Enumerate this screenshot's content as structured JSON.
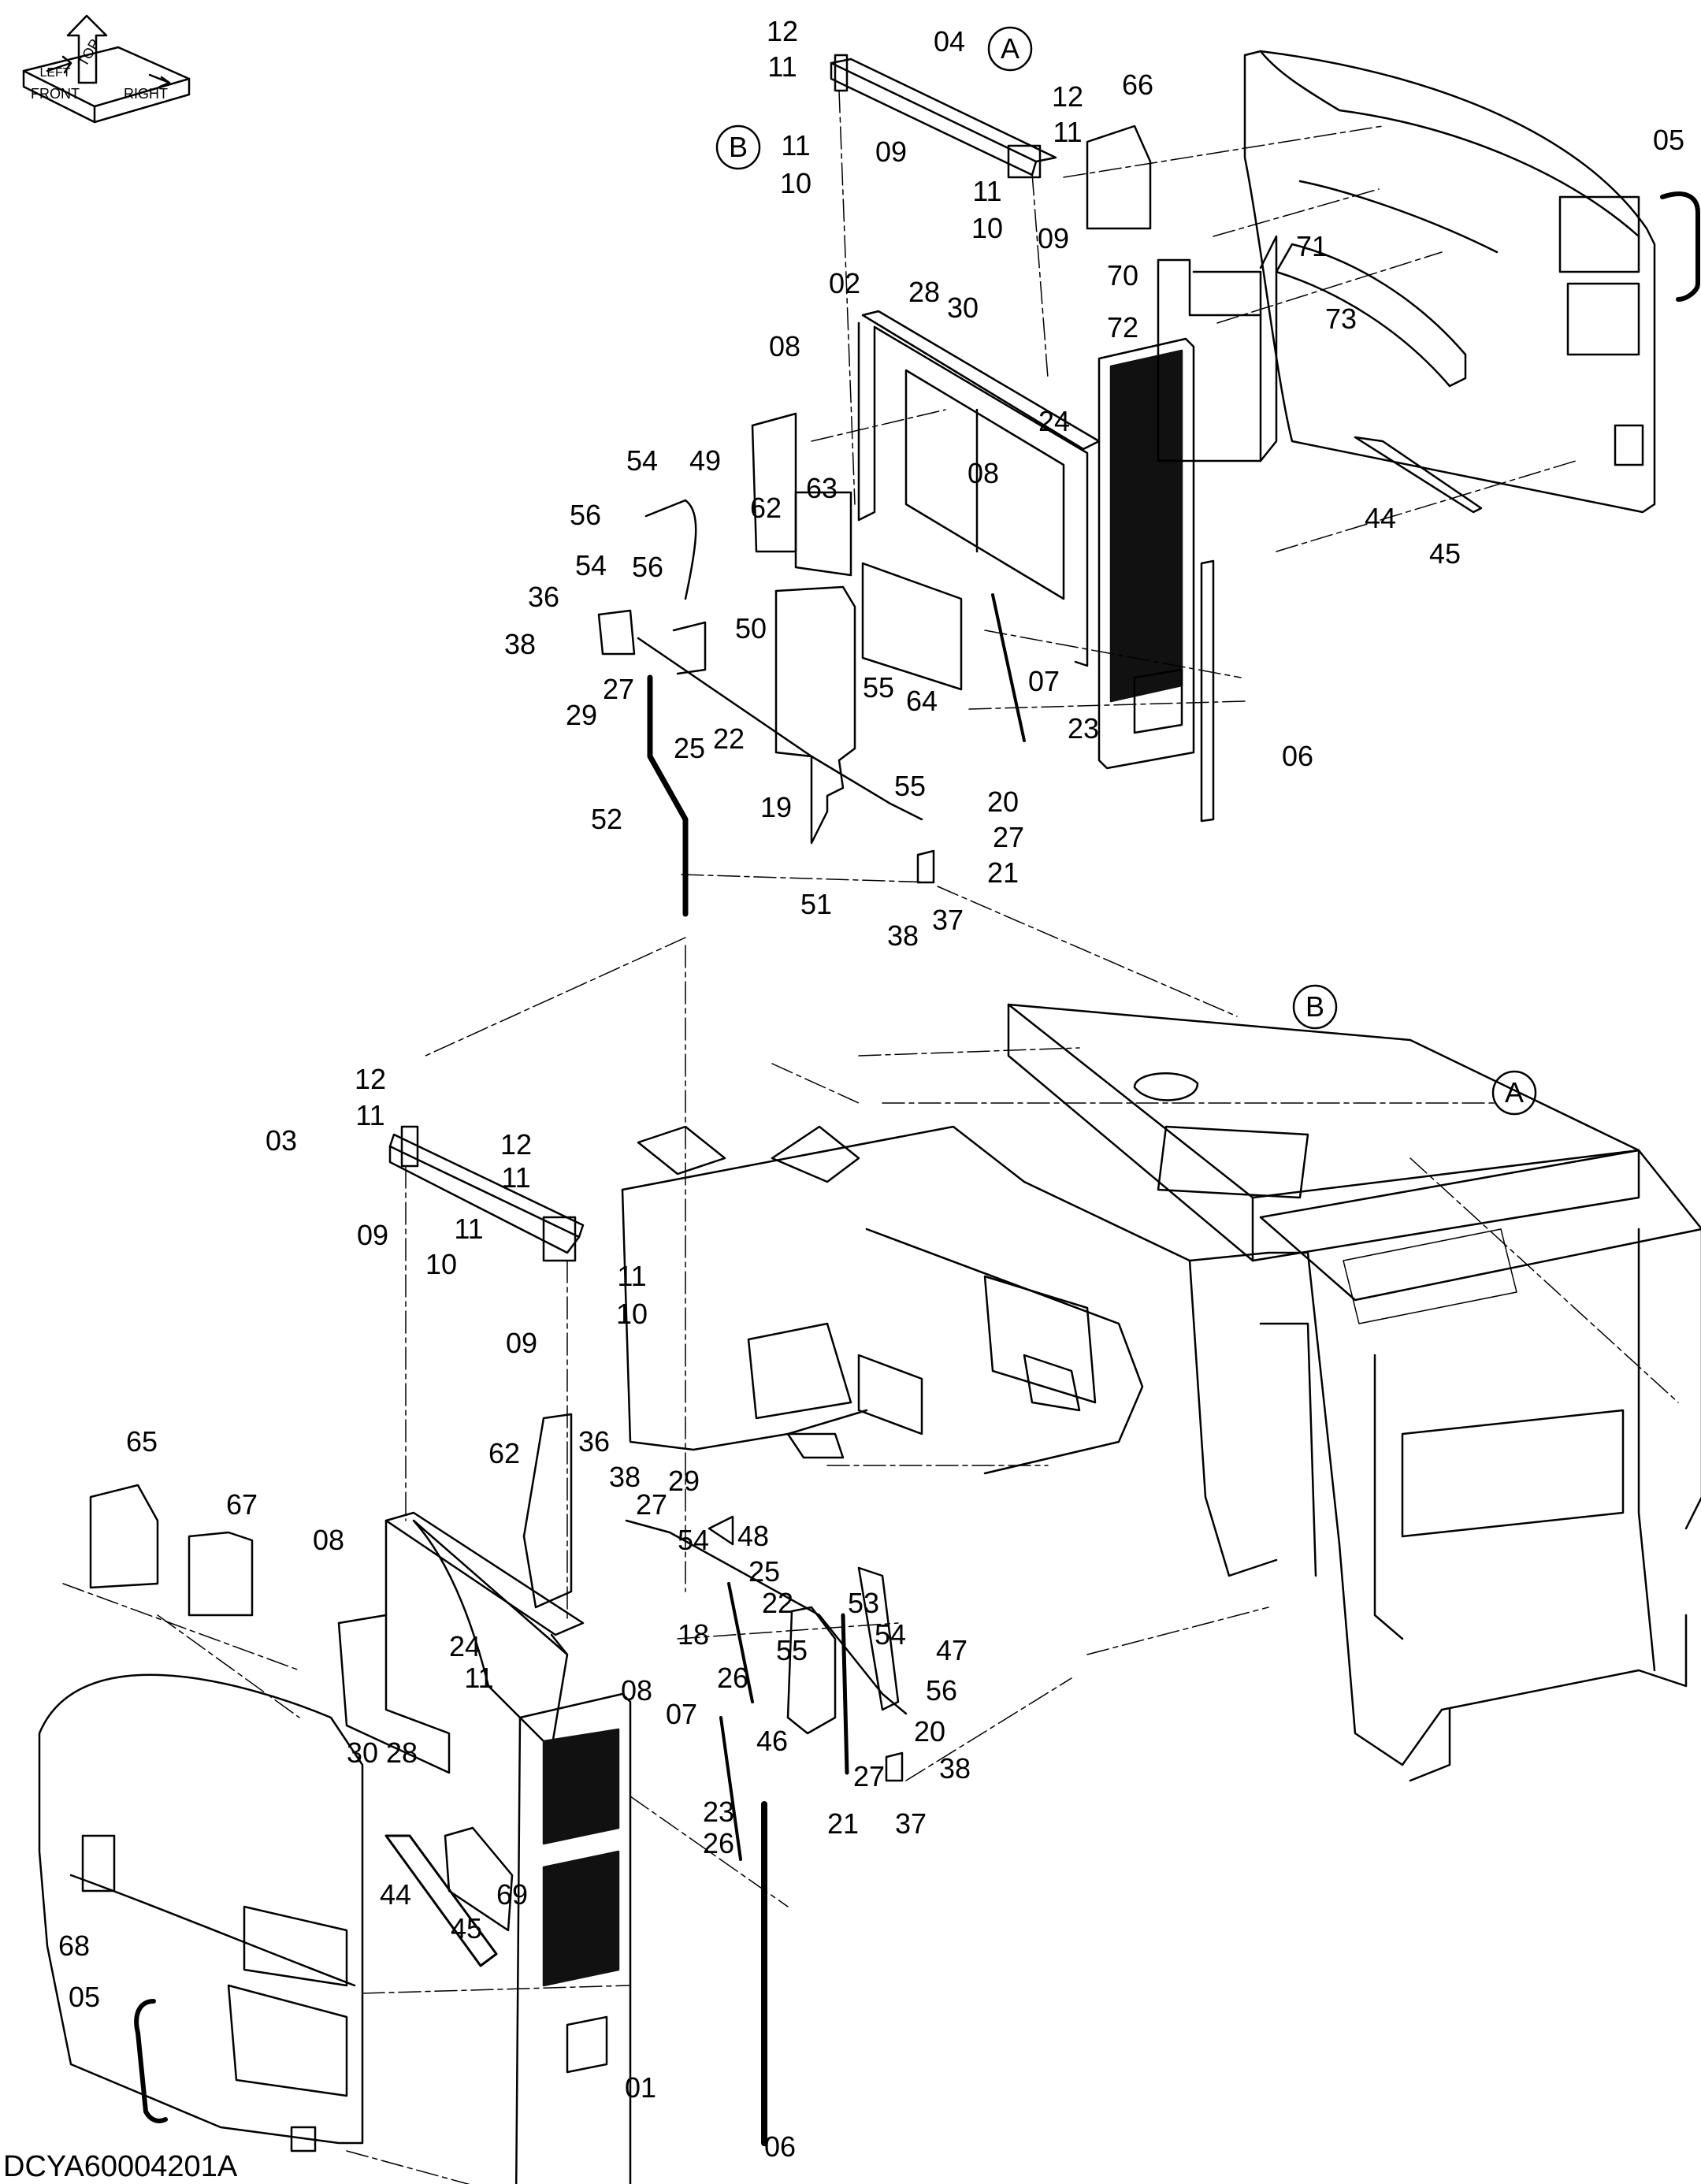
{
  "drawing": {
    "code": "DCYA60004201A",
    "colors": {
      "ink": "#000000",
      "paper": "#ffffff",
      "screen": "#111111"
    }
  },
  "orientation": {
    "top": "TOP",
    "front": "FRONT",
    "right": "RIGHT",
    "left": "LEFT"
  },
  "callouts": {
    "a_upper": "A",
    "b_upper": "B",
    "b_lower": "B",
    "a_lower": "A"
  },
  "labels_upper": {
    "l12a": "12",
    "l11a": "11",
    "l04": "04",
    "l12b": "12",
    "l11b": "11",
    "l66": "66",
    "l05": "05",
    "l11c": "11",
    "l10a": "10",
    "l09a": "09",
    "l11d": "11",
    "l10b": "10",
    "l09b": "09",
    "l71": "71",
    "l70": "70",
    "l72": "72",
    "l73": "73",
    "l02": "02",
    "l28": "28",
    "l30": "30",
    "l08a": "08",
    "l24": "24",
    "l08b": "08",
    "l54a": "54",
    "l49": "49",
    "l56a": "56",
    "l62": "62",
    "l63": "63",
    "l44": "44",
    "l45": "45",
    "l54b": "54",
    "l56b": "56",
    "l36": "36",
    "l50": "50",
    "l38": "38",
    "l27a": "27",
    "l29": "29",
    "l55a": "55",
    "l64": "64",
    "l07": "07",
    "l25": "25",
    "l22": "22",
    "l23": "23",
    "l06": "06",
    "l52": "52",
    "l19": "19",
    "l55b": "55",
    "l20": "20",
    "l27b": "27",
    "l21": "21",
    "l51": "51",
    "l38b": "38",
    "l37": "37"
  },
  "labels_lower": {
    "l12a": "12",
    "l11a": "11",
    "l03": "03",
    "l12b": "12",
    "l11b": "11",
    "l09a": "09",
    "l11c": "11",
    "l10a": "10",
    "l11d": "11",
    "l10b": "10",
    "l09b": "09",
    "l65": "65",
    "l67": "67",
    "l62": "62",
    "l36": "36",
    "l38a": "38",
    "l27a": "27",
    "l29": "29",
    "l54a": "54",
    "l48": "48",
    "l08a": "08",
    "l25": "25",
    "l22": "22",
    "l53": "53",
    "l54b": "54",
    "l18": "18",
    "l55": "55",
    "l47": "47",
    "l24": "24",
    "l11e": "11",
    "l08b": "08",
    "l07": "07",
    "l26a": "26",
    "l56": "56",
    "l46": "46",
    "l30": "30",
    "l28": "28",
    "l20": "20",
    "l27b": "27",
    "l38b": "38",
    "l21": "21",
    "l37": "37",
    "l23": "23",
    "l26b": "26",
    "l44": "44",
    "l69": "69",
    "l45": "45",
    "l68": "68",
    "l05": "05",
    "l01": "01",
    "l06": "06"
  }
}
